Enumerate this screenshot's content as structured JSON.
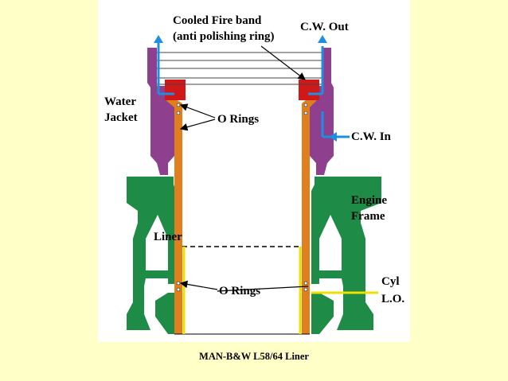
{
  "labels": {
    "cooled_fire_band_line1": "Cooled Fire band",
    "cooled_fire_band_line2": "(anti polishing ring)",
    "cw_out": "C.W. Out",
    "water": "Water",
    "jacket": "Jacket",
    "o_rings_top": "O Rings",
    "cw_in": "C.W. In",
    "engine": "Engine",
    "frame": "Frame",
    "liner": "Liner",
    "o_rings_bottom": "O Rings",
    "cyl": "Cyl",
    "lo": "L.O."
  },
  "caption": "MAN-B&W L58/64 Liner",
  "colors": {
    "page_background": "#FFFFC8",
    "panel_background": "#FFFFFF",
    "liner": "#E07F1E",
    "water_jacket": "#8E3F8E",
    "engine_frame": "#1E8C46",
    "fire_band": "#D01818",
    "cooling_water": "#1E8FE0",
    "lube_oil": "#F0E000"
  }
}
